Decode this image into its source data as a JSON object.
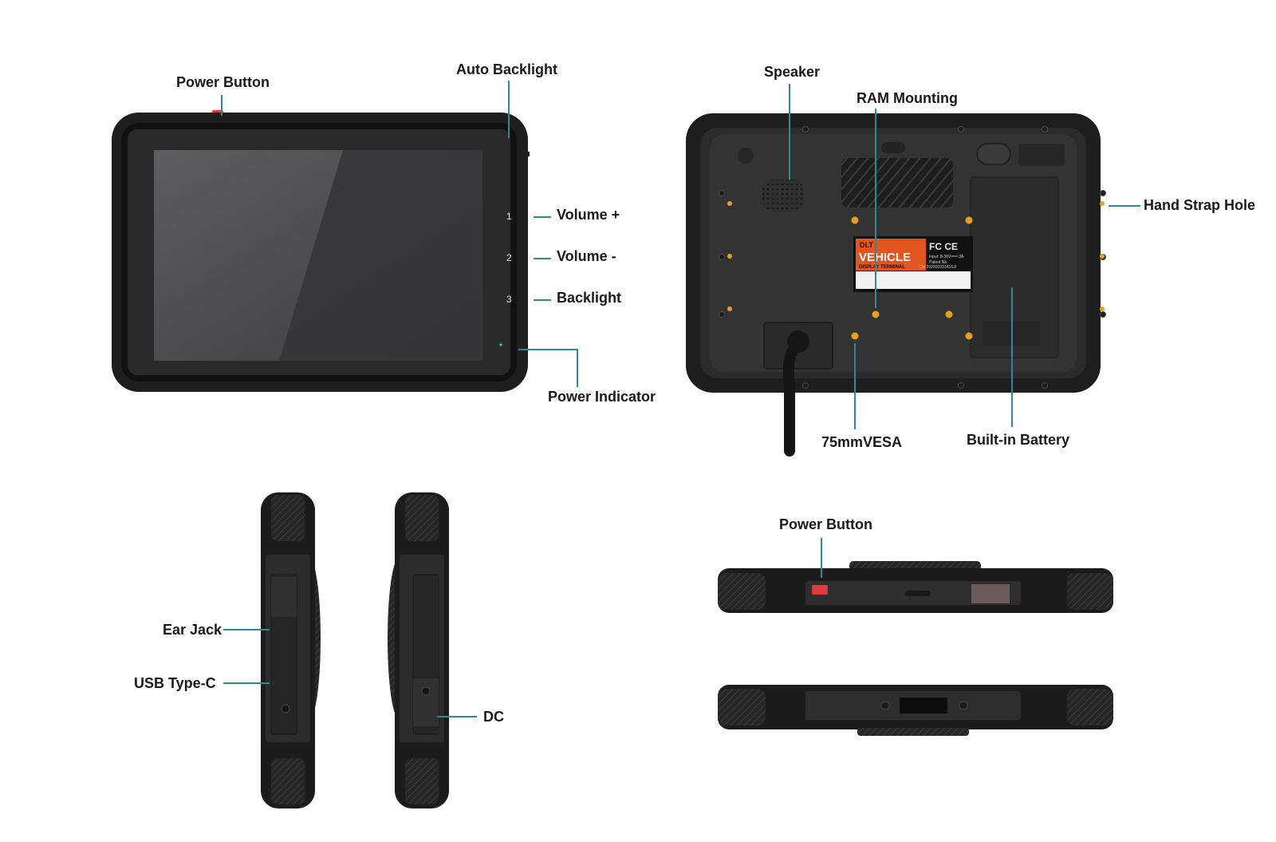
{
  "callouts": {
    "front_power_button": "Power Button",
    "auto_backlight": "Auto Backlight",
    "volume_up": "Volume +",
    "volume_down": "Volume -",
    "backlight": "Backlight",
    "power_indicator": "Power Indicator",
    "speaker": "Speaker",
    "ram_mounting": "RAM Mounting",
    "hand_strap_hole": "Hand Strap Hole",
    "vesa": "75mmVESA",
    "built_in_battery": "Built-in Battery",
    "ear_jack": "Ear Jack",
    "usb_type_c": "USB Type-C",
    "dc": "DC",
    "top_power_button": "Power Button"
  },
  "screen_button_numbers": [
    "1",
    "2",
    "3"
  ],
  "rear_label": {
    "brand": "DLT",
    "line1": "VEHICLE",
    "line2": "DISPLAY TERMINAL",
    "marks": "FC CE",
    "input": "Input: 8-36V=== 3A",
    "patent": "Patent No.",
    "cn": "CN 202030331416.8"
  },
  "colors": {
    "leader": "#2e8a93",
    "housing": "#2b2b2b",
    "housing_dark": "#1c1c1c",
    "screen": "#3a3a3c",
    "power_red": "#e03a3a",
    "screw_gold": "#e6a11b",
    "label_orange": "#e2551f",
    "indicator_green": "#3ec45a"
  }
}
